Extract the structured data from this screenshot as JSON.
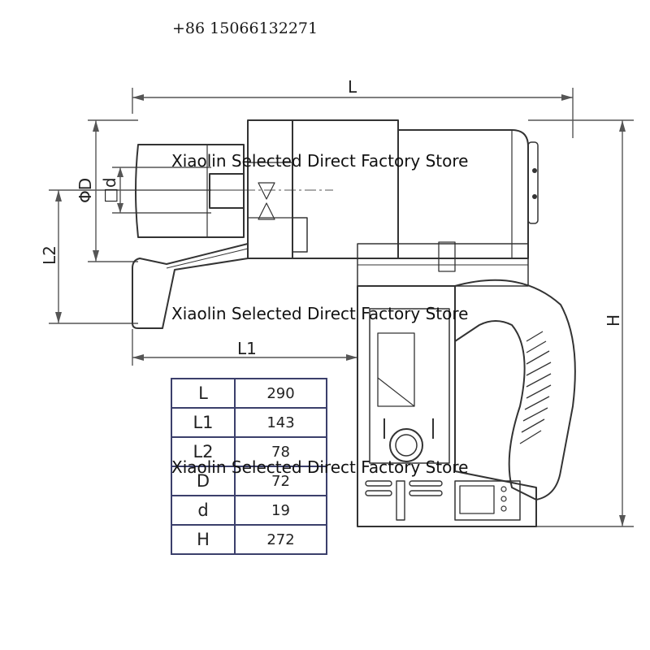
{
  "contact": {
    "phone": "+86 15066132271"
  },
  "watermark": {
    "text": "Xiaolin Selected Direct Factory Store"
  },
  "dimensions": {
    "L": "L",
    "L1": "L1",
    "L2": "L2",
    "H": "H",
    "D": "ΦD",
    "d": "□d"
  },
  "spec_table": {
    "rows": [
      {
        "label": "L",
        "value": "290"
      },
      {
        "label": "L1",
        "value": "143"
      },
      {
        "label": "L2",
        "value": "78"
      },
      {
        "label": "D",
        "value": "72"
      },
      {
        "label": "d",
        "value": "19"
      },
      {
        "label": "H",
        "value": "272"
      }
    ]
  }
}
